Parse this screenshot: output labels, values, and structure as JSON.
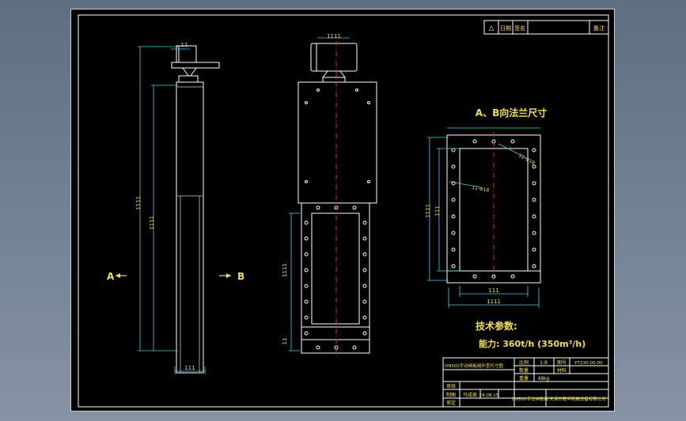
{
  "drawing": {
    "flange_title": "A、B向法兰尺寸",
    "label_a": "A",
    "label_b": "B",
    "tech_title": "技术参数:",
    "tech_capacity": "能力: 360t/h (350m³/h)"
  },
  "title_block": {
    "header_cells": [
      "△",
      "日期",
      "签名",
      "",
      "备注"
    ],
    "scale_label": "比例",
    "scale_value": "1:8",
    "drawing_no_label": "图号",
    "drawing_no_value": "PT230-00-00",
    "qty_label": "数量",
    "weight_label": "重量",
    "weight_value": "48kg",
    "material_label": "材料",
    "design_label": "制图",
    "designer": "马成君",
    "date": "24.08.15",
    "check_label": "审核",
    "part_name_top": "DN500手动闸板阀外型尺寸图",
    "part_name_bottom": "DN500手动闸板阀",
    "company": "天津市联坤机械设备有限公司",
    "review_label": "审定"
  }
}
